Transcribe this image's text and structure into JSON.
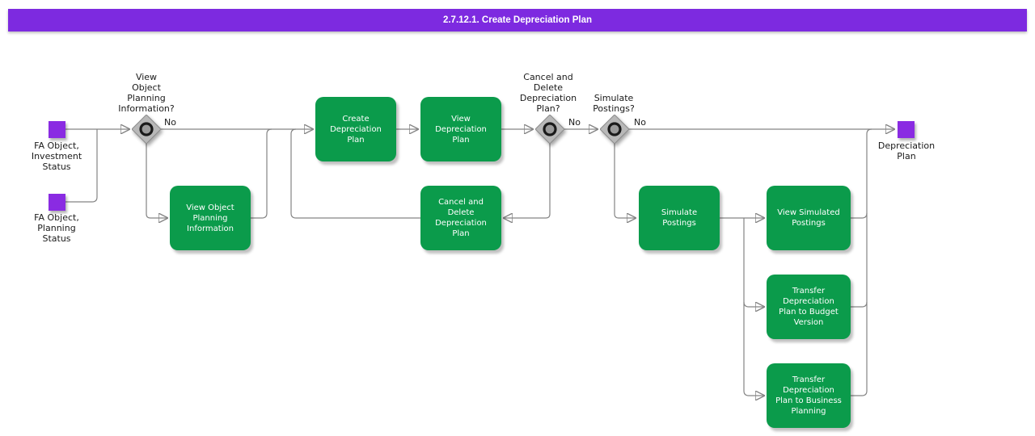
{
  "title": "2.7.12.1. Create Depreciation Plan",
  "colors": {
    "banner": "#7d2ae0",
    "event_square": "#8a2be2",
    "task_green": "#0b9b4b",
    "connector_gray": "#848484"
  },
  "events": [
    {
      "label": "FA Object,\nInvestment\nStatus"
    },
    {
      "label": "FA Object,\nPlanning\nStatus"
    },
    {
      "label": "Depreciation\nPlan"
    }
  ],
  "gateways": [
    {
      "question": "View\nObject\nPlanning\nInformation?",
      "no_label": "No"
    },
    {
      "question": "Cancel and\nDelete\nDepreciation\nPlan?",
      "no_label": "No"
    },
    {
      "question": "Simulate\nPostings?",
      "no_label": "No"
    }
  ],
  "tasks": [
    {
      "label": "Create\nDepreciation\nPlan"
    },
    {
      "label": "View\nDepreciation\nPlan"
    },
    {
      "label": "View Object\nPlanning\nInformation"
    },
    {
      "label": "Cancel and\nDelete\nDepreciation\nPlan"
    },
    {
      "label": "Simulate\nPostings"
    },
    {
      "label": "View Simulated\nPostings"
    },
    {
      "label": "Transfer\nDepreciation\nPlan to Budget\nVersion"
    },
    {
      "label": "Transfer\nDepreciation\nPlan to Business\nPlanning"
    }
  ]
}
